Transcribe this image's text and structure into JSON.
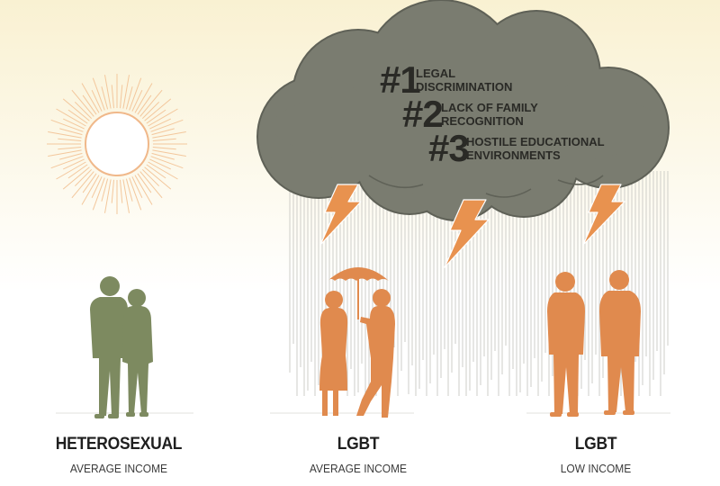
{
  "colors": {
    "cloud": "#7a7c70",
    "cloud_outline": "#5f6157",
    "orange": "#e08a4e",
    "green": "#7d8a60",
    "sun_stroke": "#f0b88a",
    "rain": "#c7c7c2",
    "text": "#222222"
  },
  "icons": [
    "sun-icon",
    "storm-cloud-icon",
    "lightning-bolt-icon",
    "umbrella-icon",
    "couple-silhouette"
  ],
  "cloud_items": [
    {
      "rank": "#1",
      "line1": "LEGAL",
      "line2": "DISCRIMINATION"
    },
    {
      "rank": "#2",
      "line1": "LACK OF FAMILY",
      "line2": "RECOGNITION"
    },
    {
      "rank": "#3",
      "line1": "HOSTILE EDUCATIONAL",
      "line2": "ENVIRONMENTS"
    }
  ],
  "groups": [
    {
      "title": "HETEROSEXUAL",
      "subtitle": "AVERAGE INCOME"
    },
    {
      "title": "LGBT",
      "subtitle": "AVERAGE INCOME"
    },
    {
      "title": "LGBT",
      "subtitle": "LOW INCOME"
    }
  ]
}
